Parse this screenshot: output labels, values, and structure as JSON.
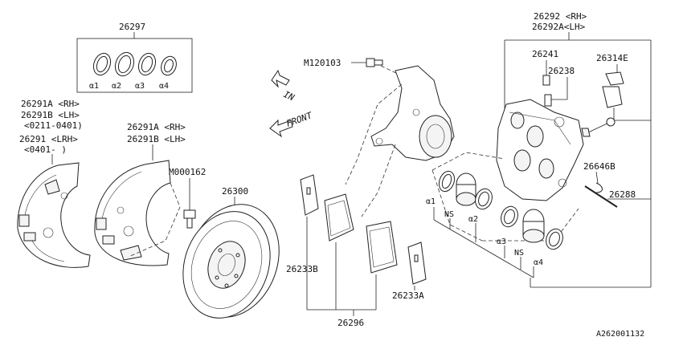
{
  "labels": {
    "p26297": "26297",
    "a1": "α1",
    "a2": "α2",
    "a3": "α3",
    "a4": "α4",
    "p26291a_rh": "26291A <RH>",
    "p26291b_lh": "26291B <LH>",
    "range_0211_0401": "<0211-0401)",
    "p26291_lrh": "26291  <LRH>",
    "range_0401": "<0401-     )",
    "p26291a_rh_2": "26291A <RH>",
    "p26291b_lh_2": "26291B <LH>",
    "m000162": "M000162",
    "p26300": "26300",
    "m120103": "M120103",
    "in": "IN",
    "front": "FRONT",
    "p26292_rh": "26292 <RH>",
    "p26292a_lh": "26292A<LH>",
    "p26241": "26241",
    "p26238": "26238",
    "p26314e": "26314E",
    "p26646b": "26646B",
    "p26288": "26288",
    "ns": "NS",
    "p26233b": "26233B",
    "p26233a": "26233A",
    "p26296": "26296",
    "diagram_id": "A262001132"
  },
  "colors": {
    "line": "#222222",
    "background": "#ffffff"
  }
}
